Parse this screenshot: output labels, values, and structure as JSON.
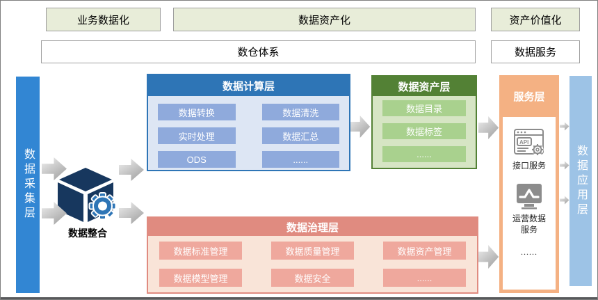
{
  "phases": {
    "business_datafication": "业务数据化",
    "data_assetization": "数据资产化",
    "asset_valorization": "资产价值化",
    "warehouse_system": "数仓体系",
    "data_service": "数据服务"
  },
  "collection_layer": {
    "label": "数据采集层"
  },
  "integration": {
    "label": "数据整合",
    "icon": "cube-gear-icon"
  },
  "computing_layer": {
    "title": "数据计算层",
    "items": [
      "数据转换",
      "数据清洗",
      "实时处理",
      "数据汇总",
      "ODS",
      "......"
    ]
  },
  "asset_layer": {
    "title": "数据资产层",
    "items": [
      "数据目录",
      "数据标签",
      "......"
    ]
  },
  "governance_layer": {
    "title": "数据治理层",
    "items": [
      "数据标准管理",
      "数据质量管理",
      "数据资产管理",
      "数据模型管理",
      "数据安全",
      "......"
    ]
  },
  "service_layer": {
    "title": "服务层",
    "items": [
      {
        "icon": "api-browser-icon",
        "label": "接口服务"
      },
      {
        "icon": "monitor-chart-icon",
        "label": "运营数据服务"
      },
      {
        "icon": "none",
        "label": "......"
      }
    ]
  },
  "application_layer": {
    "label": "数据应用层"
  },
  "colors": {
    "phase_green": "#e8edd9",
    "collection_blue": "#3286d3",
    "computing_blue": "#2e75b6",
    "computing_item_blue": "#8faadc",
    "computing_body": "#dde6f4",
    "asset_green": "#538135",
    "asset_item_green": "#a9d18e",
    "asset_body": "#d6e5c4",
    "service_orange": "#f4b183",
    "governance_red": "#e08b80",
    "governance_item": "#efa89d",
    "governance_body": "#f9e4d8",
    "application_blue": "#9dc3e6",
    "cube_navy": "#17375e",
    "gear_blue": "#2e75b6",
    "icon_gray": "#8c8c8c",
    "arrow_gray": "#b9b9b9"
  }
}
